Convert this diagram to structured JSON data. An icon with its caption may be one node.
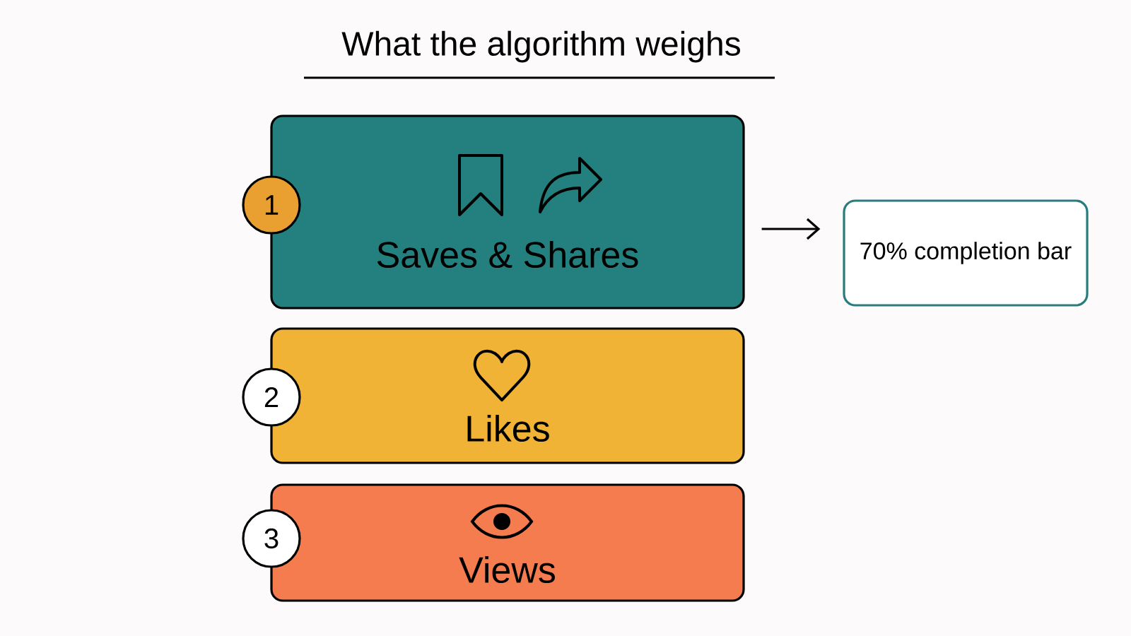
{
  "diagram": {
    "title": "What the algorithm weighs",
    "nodes": [
      {
        "text": [
          "Saves & Shares"
        ]
      },
      {
        "text": [
          "1"
        ]
      },
      {
        "text": [
          "Likes"
        ]
      },
      {
        "text": [
          "2"
        ]
      },
      {
        "text": [
          "Views"
        ]
      },
      {
        "text": [
          "3"
        ]
      },
      {
        "text": [
          "70% completion bar"
        ]
      }
    ],
    "edges": [
      {
        "from": 0,
        "to": 6,
        "arrow": "to"
      }
    ]
  }
}
